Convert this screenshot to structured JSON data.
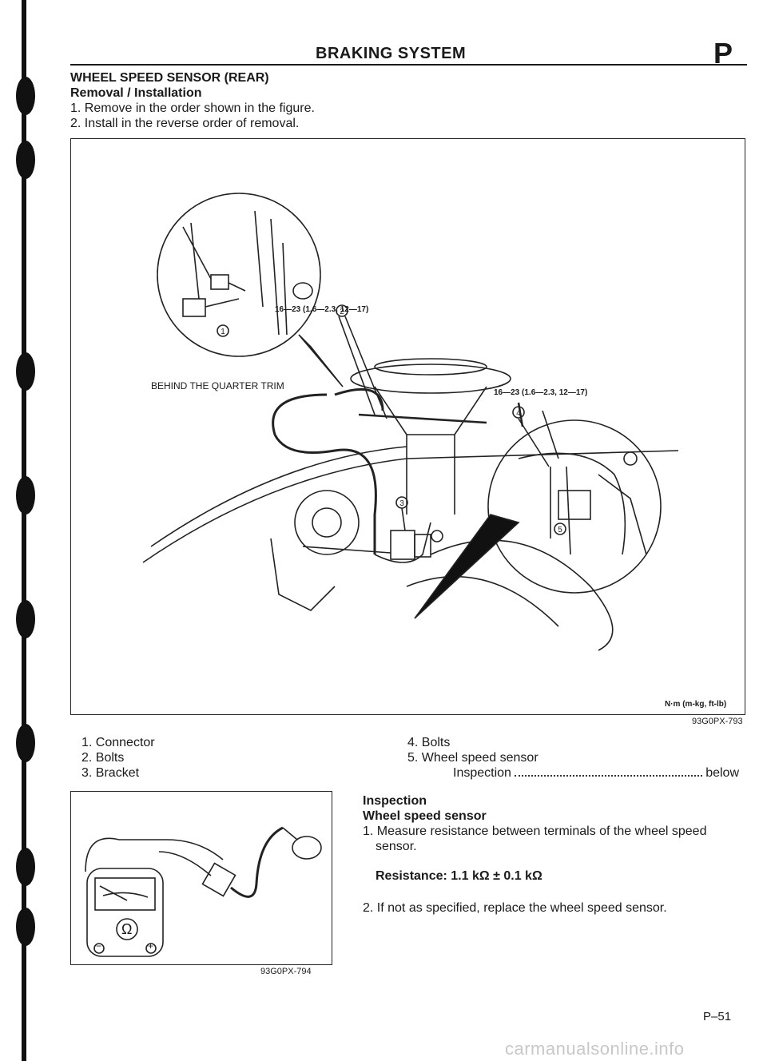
{
  "header": {
    "title": "BRAKING SYSTEM",
    "section_letter": "P"
  },
  "section": {
    "title": "WHEEL SPEED SENSOR (REAR)",
    "subtitle": "Removal / Installation",
    "steps": [
      "1. Remove in the order shown in the figure.",
      "2. Install in the reverse order of removal."
    ]
  },
  "figure1": {
    "callout_behind": "BEHIND THE QUARTER TRIM",
    "torque_2": "16—23 (1.6—2.3, 12—17)",
    "torque_4": "16—23 (1.6—2.3, 12—17)",
    "units": "N·m (m-kg, ft-lb)",
    "code": "93G0PX-793",
    "markers": [
      "1",
      "2",
      "3",
      "4",
      "5"
    ]
  },
  "legend": {
    "left": [
      "1. Connector",
      "2. Bolts",
      "3. Bracket"
    ],
    "right": [
      "4. Bolts",
      "5. Wheel speed sensor"
    ],
    "inspection_label": "Inspection",
    "inspection_ref": "below"
  },
  "figure2": {
    "code": "93G0PX-794",
    "meter_symbol": "Ω",
    "minus": "−",
    "plus": "+"
  },
  "inspection": {
    "heading": "Inspection",
    "subheading": "Wheel speed sensor",
    "step1": "1. Measure resistance between terminals of the wheel speed",
    "step1_cont": "sensor.",
    "spec": "Resistance: 1.1 kΩ ± 0.1 kΩ",
    "step2": "2. If not as specified, replace the wheel speed sensor."
  },
  "page_number": "P–51",
  "watermark": "carmanualsonline.info"
}
